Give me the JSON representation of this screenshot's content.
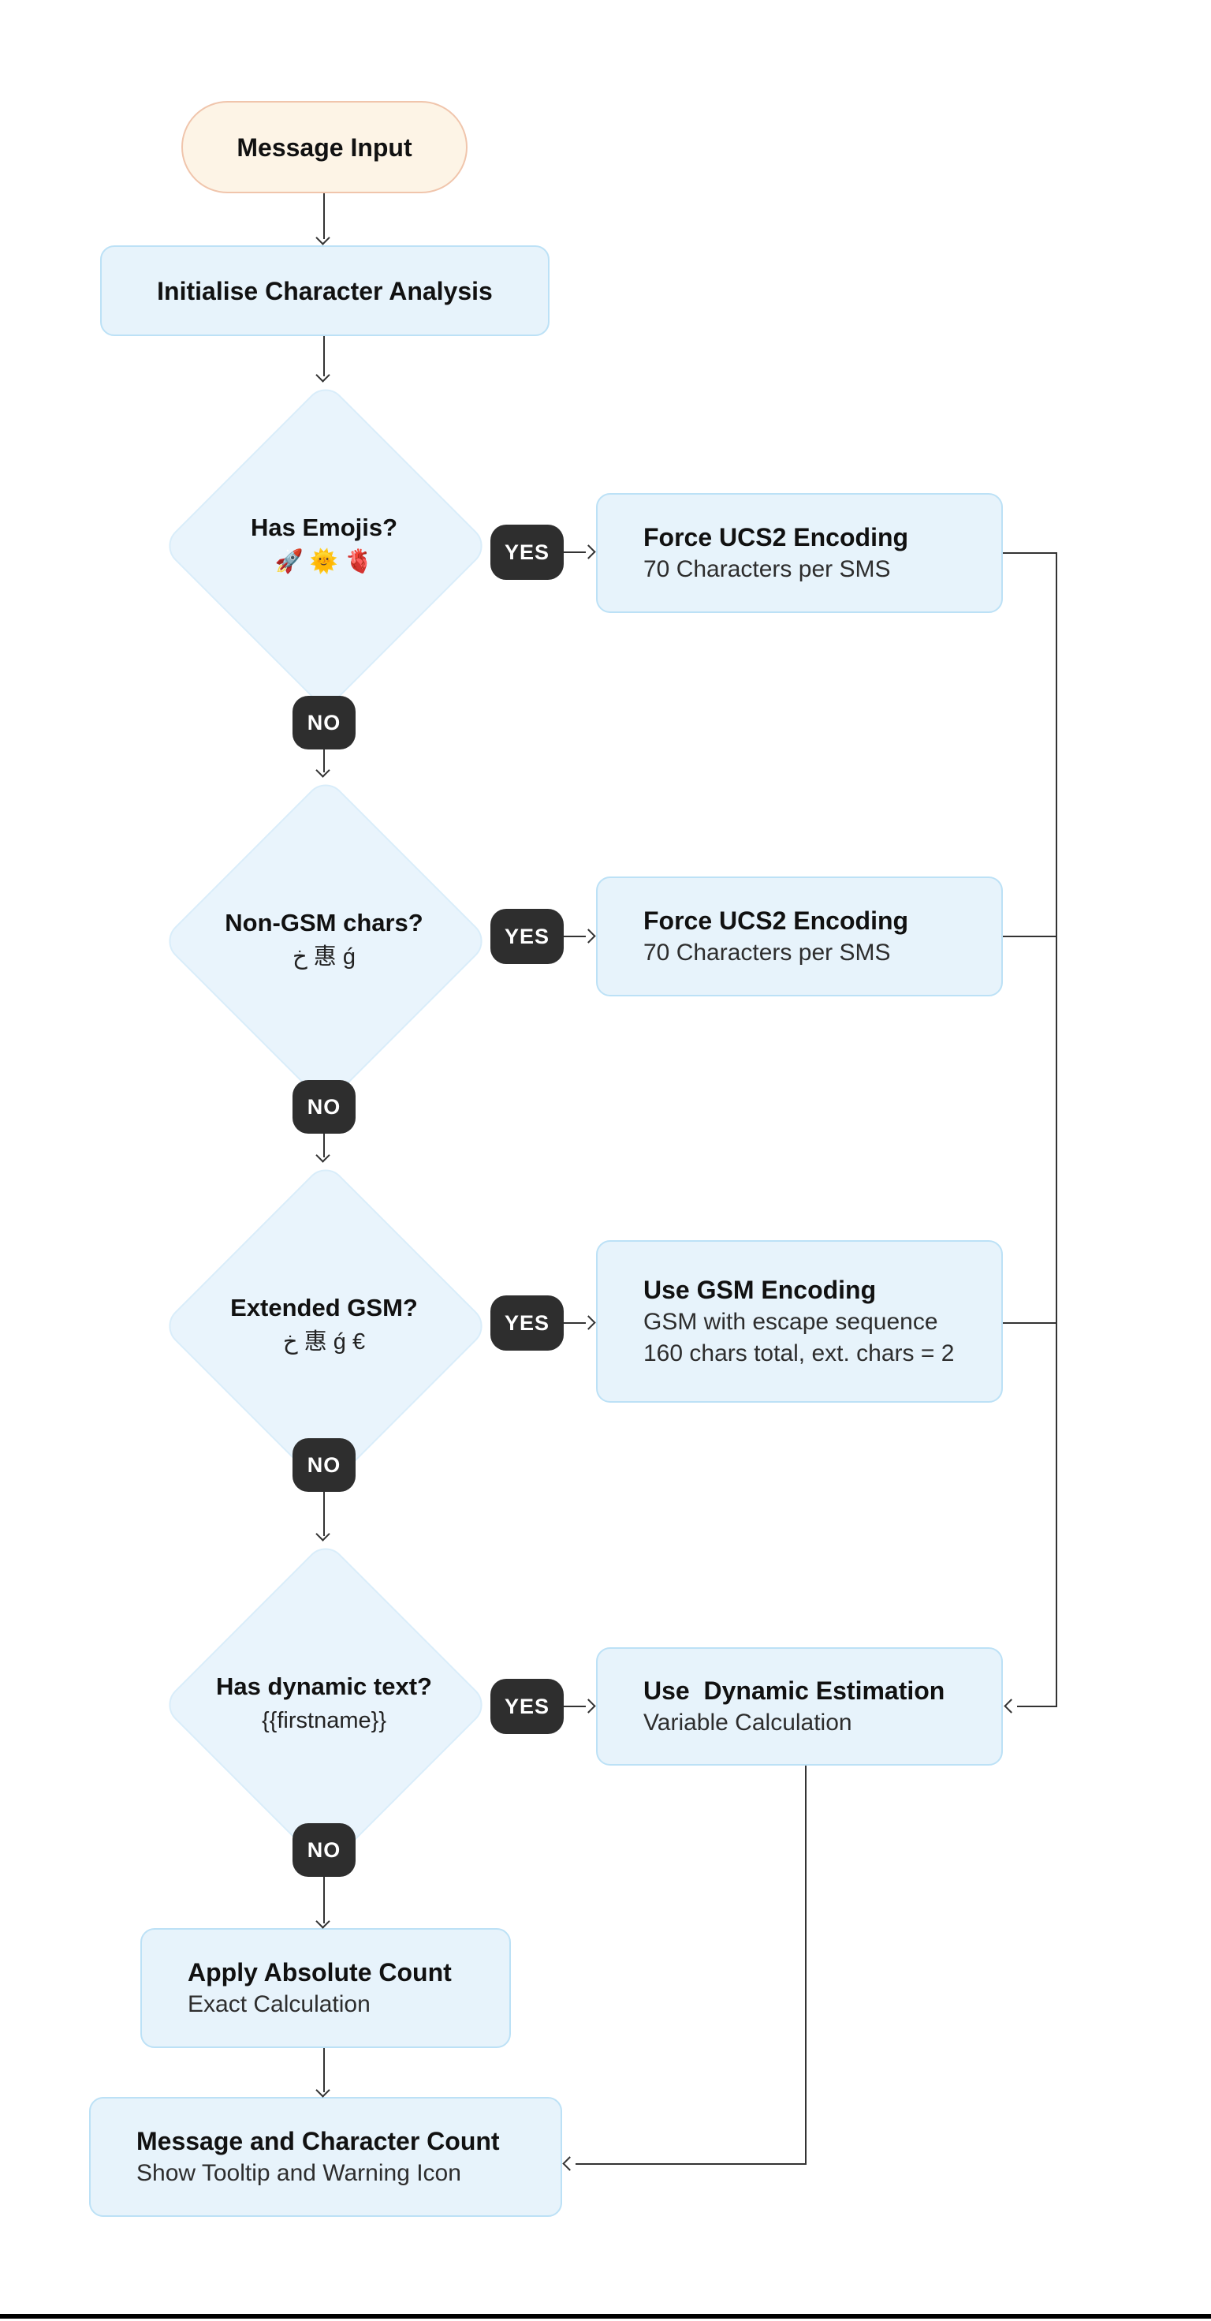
{
  "labels": {
    "yes": "YES",
    "no": "NO"
  },
  "nodes": {
    "start": {
      "title": "Message Input"
    },
    "init": {
      "title": "Initialise Character Analysis"
    },
    "d1": {
      "question": "Has Emojis?",
      "examples": "🚀 🌞 🫀"
    },
    "d2": {
      "question": "Non-GSM chars?",
      "examples": "خ 惠 ǵ"
    },
    "d3": {
      "question": "Extended GSM?",
      "examples": "خ 惠 ǵ €"
    },
    "d4": {
      "question": "Has dynamic text?",
      "examples": "{{firstname}}"
    },
    "r1": {
      "title": "Force UCS2 Encoding",
      "line1": "70 Characters per SMS"
    },
    "r2": {
      "title": "Force UCS2 Encoding",
      "line1": "70 Characters per SMS"
    },
    "r3": {
      "title": "Use GSM Encoding",
      "line1": "GSM with escape sequence",
      "line2": "160 chars total, ext. chars = 2"
    },
    "r4": {
      "title": "Use  Dynamic Estimation",
      "line1": "Variable Calculation"
    },
    "absolute": {
      "title": "Apply Absolute Count",
      "line1": "Exact Calculation"
    },
    "final": {
      "title": "Message and Character Count",
      "line1": "Show Tooltip and Warning Icon"
    }
  },
  "colors": {
    "box_fill": "#e7f3fb",
    "box_border": "#bce1f6",
    "diamond_fill": "#e9f4fc",
    "diamond_border": "#d9edfa",
    "start_fill": "#fdf4e6",
    "start_border": "#f0c5ac",
    "badge_bg": "#2e2e2e",
    "badge_text": "#ffffff",
    "edge": "#333333",
    "title_text": "#111111",
    "body_text": "#2d2d2d"
  }
}
